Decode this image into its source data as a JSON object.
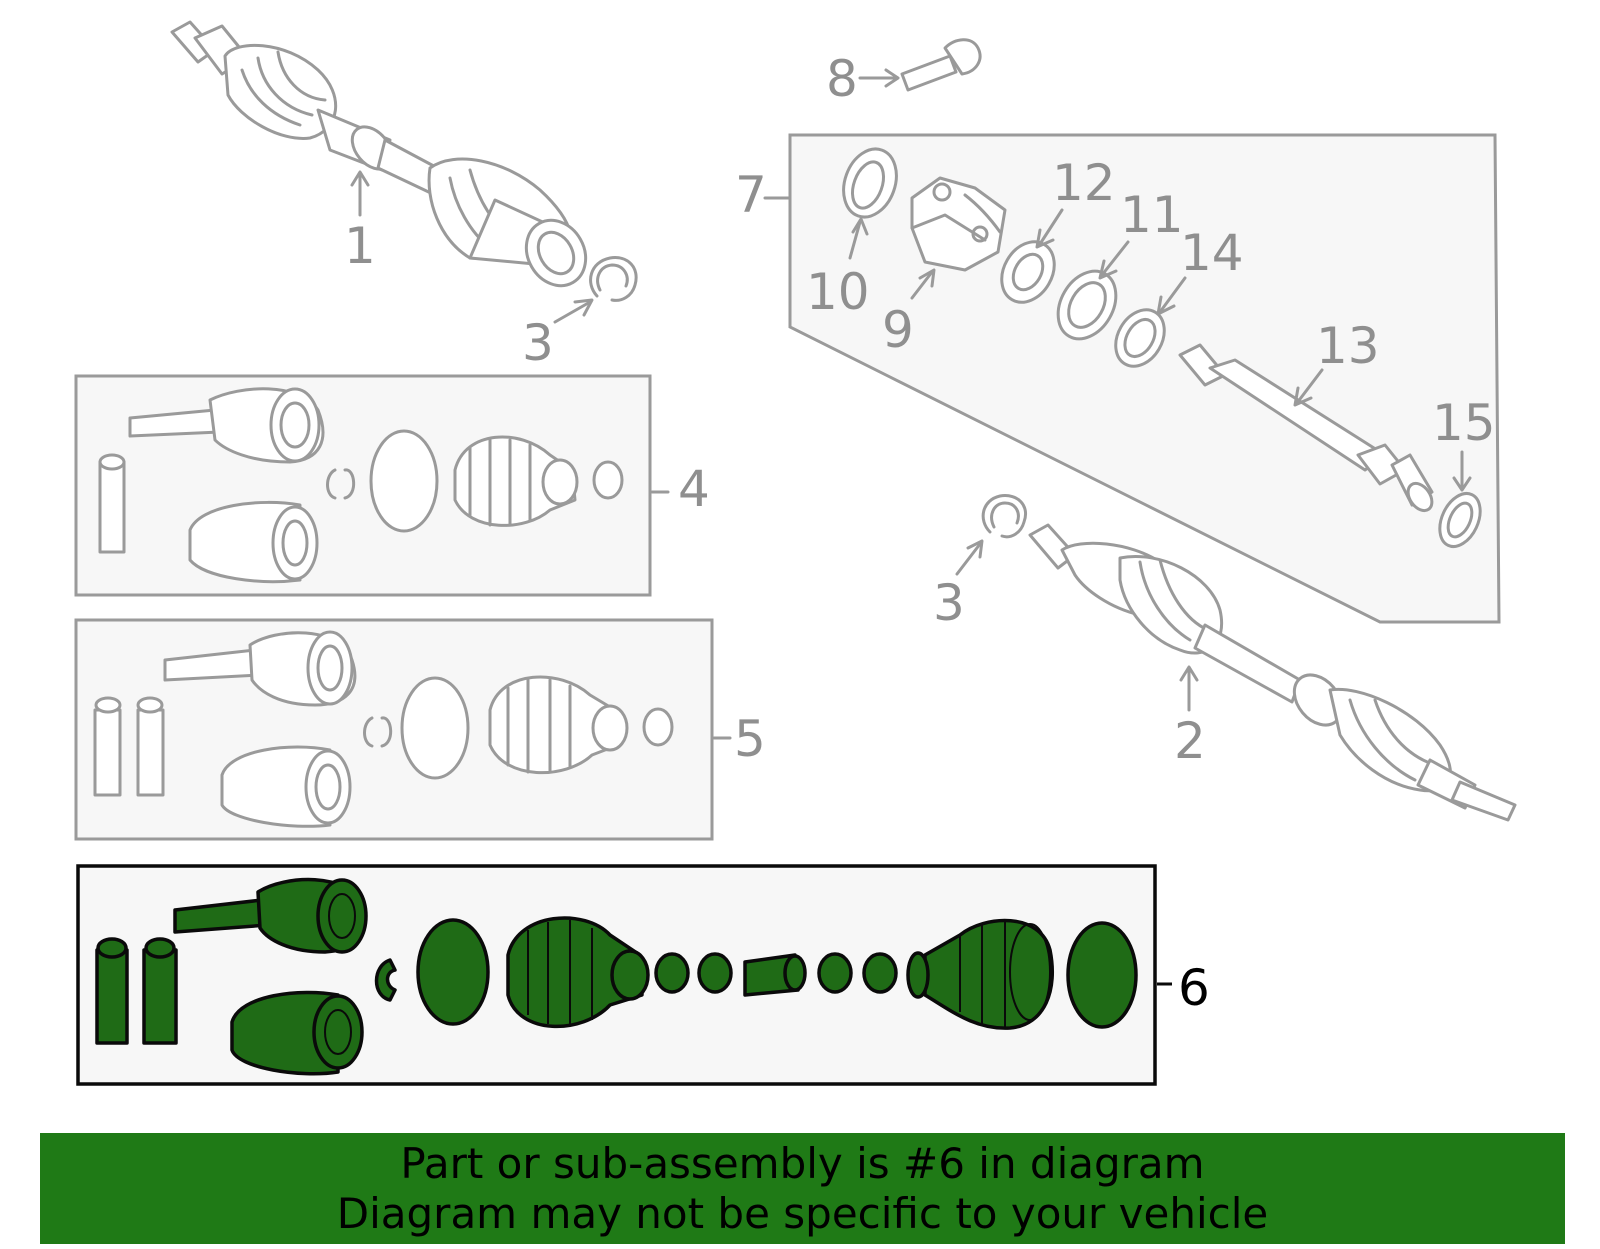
{
  "callouts": {
    "c1": "1",
    "c2": "2",
    "c3a": "3",
    "c3b": "3",
    "c4": "4",
    "c5": "5",
    "c6": "6",
    "c7": "7",
    "c8": "8",
    "c9": "9",
    "c10": "10",
    "c11": "11",
    "c12": "12",
    "c13": "13",
    "c14": "14",
    "c15": "15"
  },
  "highlighted_part": "6",
  "colors": {
    "highlight": "#1f6b16",
    "banner": "#1f7a16",
    "line_art": "#9a9a9a",
    "kit_box": "#f7f7f7"
  },
  "banner": {
    "line1": "Part or sub-assembly is #6 in diagram",
    "line2": "Diagram may not be specific to your vehicle"
  }
}
